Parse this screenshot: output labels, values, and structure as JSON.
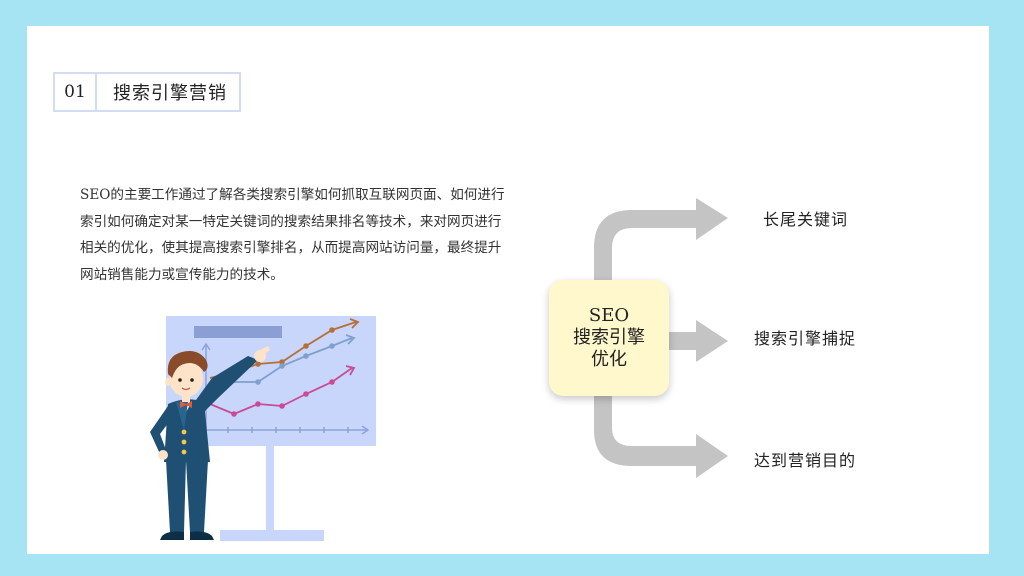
{
  "header": {
    "number": "01",
    "title": "搜索引擎营销"
  },
  "description": "SEO的主要工作通过了解各类搜索引擎如何抓取互联网页面、如何进行索引如何确定对某一特定关键词的搜索结果排名等技术，来对网页进行相关的优化，使其提高搜索引擎排名，从而提高网站访问量，最终提升网站销售能力或宣传能力的技术。",
  "center": {
    "line1": "SEO",
    "line2": "搜索引擎",
    "line3": "优化"
  },
  "branches": [
    "长尾关键词",
    "搜索引擎捕捉",
    "达到营销目的"
  ],
  "colors": {
    "background": "#a6e4f4",
    "center_fill": "#fff8cc",
    "arrow": "#c4c4c4",
    "board": "#c9d6fb"
  }
}
